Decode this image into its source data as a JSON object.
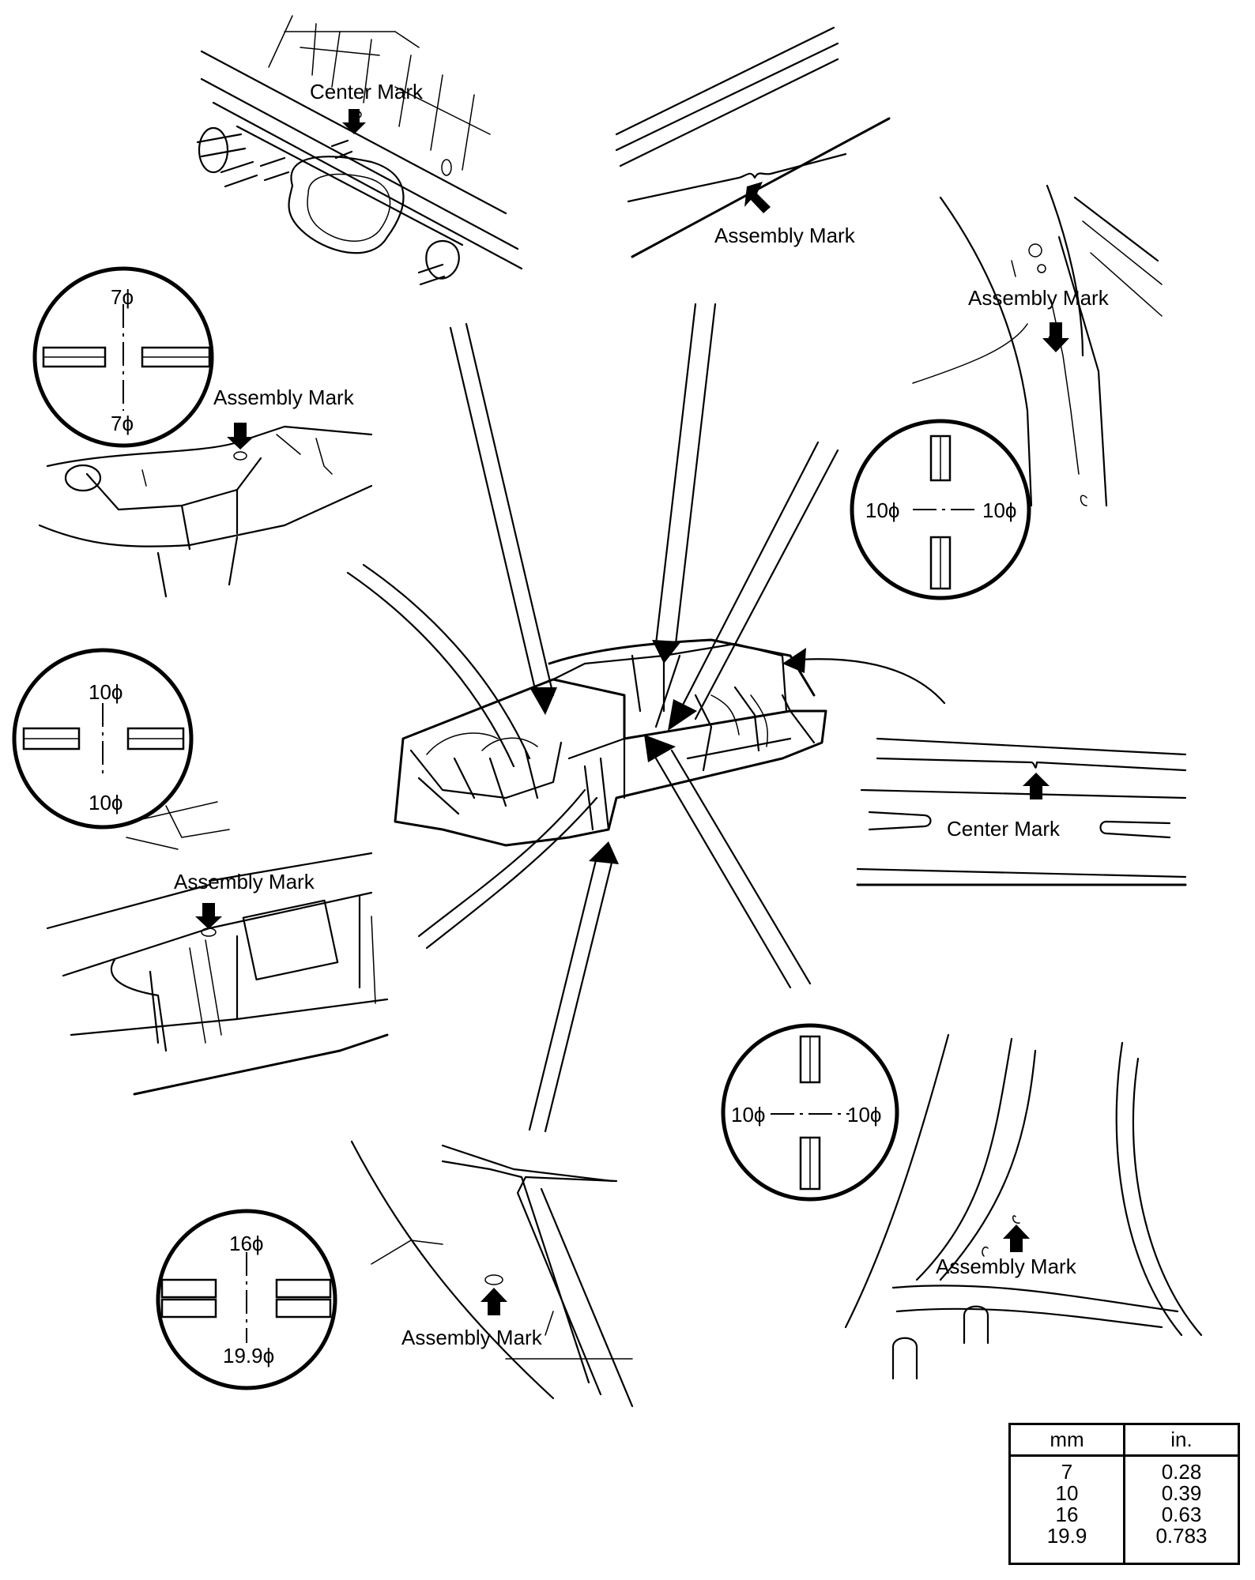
{
  "labels": {
    "center_mark_top": "Center Mark",
    "assembly_mark_top_middle": "Assembly Mark",
    "assembly_mark_top_right": "Assembly Mark",
    "assembly_mark_left_upper": "Assembly Mark",
    "assembly_mark_left_middle": "Assembly Mark",
    "center_mark_right": "Center Mark",
    "assembly_mark_bottom_middle": "Assembly Mark",
    "assembly_mark_bottom_right": "Assembly Mark"
  },
  "hole_details": [
    {
      "top": "7ϕ",
      "bottom": "7ϕ"
    },
    {
      "left": "10ϕ",
      "right": "10ϕ"
    },
    {
      "top": "10ϕ",
      "bottom": "10ϕ"
    },
    {
      "left": "10ϕ",
      "right": "10ϕ"
    },
    {
      "top": "16ϕ",
      "bottom": "19.9ϕ"
    }
  ],
  "conversion_table": {
    "headers": [
      "mm",
      "in."
    ],
    "mm": [
      "7",
      "10",
      "16",
      "19.9"
    ],
    "in": [
      "0.28",
      "0.39",
      "0.63",
      "0.783"
    ]
  },
  "icons": [
    "down-arrow-icon",
    "up-arrow-icon",
    "leader-arrow-icon"
  ]
}
